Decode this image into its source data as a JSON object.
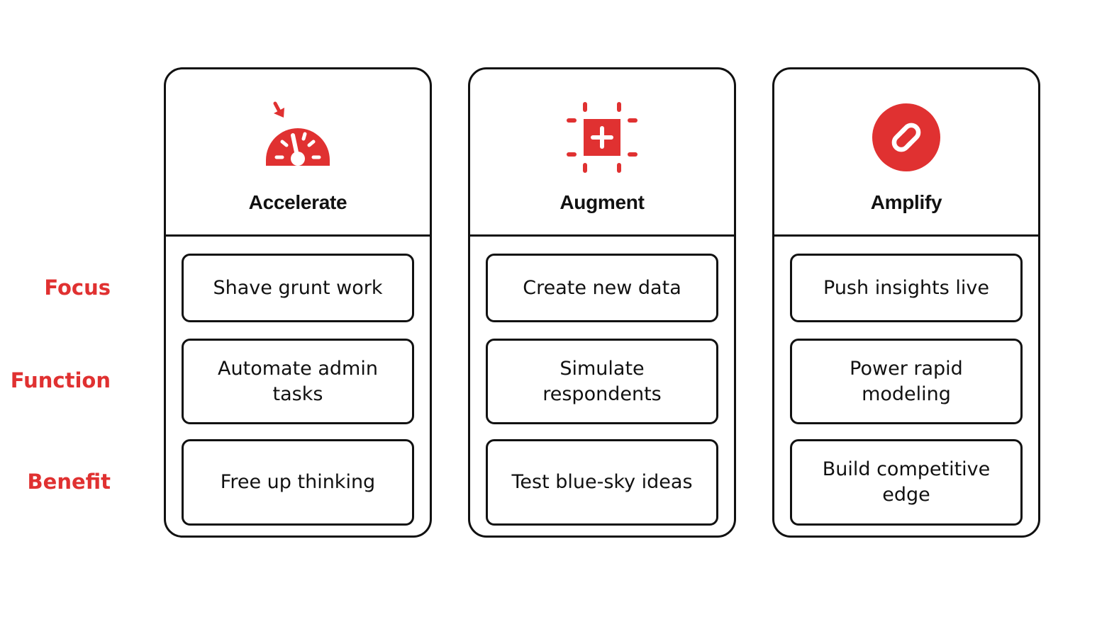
{
  "rows": {
    "focus": "Focus",
    "function": "Function",
    "benefit": "Benefit"
  },
  "colors": {
    "accent": "#E03131",
    "stroke": "#111111"
  },
  "columns": [
    {
      "title": "Accelerate",
      "icon": "speedometer-icon",
      "focus": "Shave grunt work",
      "function": "Automate admin tasks",
      "benefit": "Free up thinking"
    },
    {
      "title": "Augment",
      "icon": "chip-plus-icon",
      "focus": "Create new data",
      "function": "Simulate respondents",
      "benefit": "Test blue-sky ideas"
    },
    {
      "title": "Amplify",
      "icon": "link-circle-icon",
      "focus": "Push insights live",
      "function": "Power rapid modeling",
      "benefit": "Build competitive edge"
    }
  ]
}
